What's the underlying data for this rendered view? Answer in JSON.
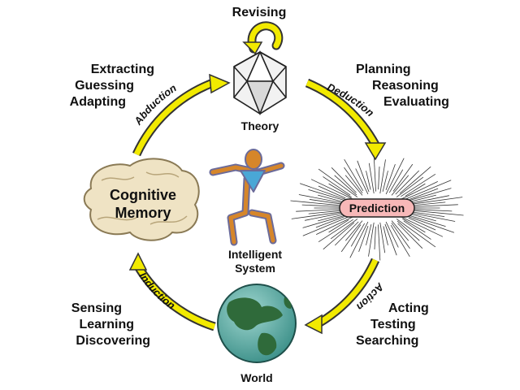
{
  "cycle": {
    "top_loop": "Revising",
    "nodes": {
      "theory": "Theory",
      "prediction": "Prediction",
      "world": "World",
      "memory": [
        "Cognitive",
        "Memory"
      ],
      "system": [
        "Intelligent",
        "System"
      ]
    },
    "arcs": {
      "abduction": "Abduction",
      "deduction": "Deduction",
      "action": "Action",
      "induction": "Induction"
    },
    "activities": {
      "abduction": [
        "Extracting",
        "Guessing",
        "Adapting"
      ],
      "deduction": [
        "Planning",
        "Reasoning",
        "Evaluating"
      ],
      "action": [
        "Acting",
        "Testing",
        "Searching"
      ],
      "induction": [
        "Sensing",
        "Learning",
        "Discovering"
      ]
    }
  },
  "colors": {
    "arrow_fill": "#f2ea00",
    "arrow_stroke": "#333333",
    "pill_fill": "#f7b8b8",
    "brain_fill": "#efe3c4",
    "globe_ocean": "#4fa8a0",
    "globe_land": "#2f6a3a",
    "figure_body": "#d6862a",
    "figure_outline": "#6b6b9a",
    "figure_shirt": "#4aa7d6"
  },
  "icons": [
    "icosahedron-icon",
    "brain-icon",
    "globe-icon",
    "stick-figure-icon",
    "starburst-icon"
  ]
}
